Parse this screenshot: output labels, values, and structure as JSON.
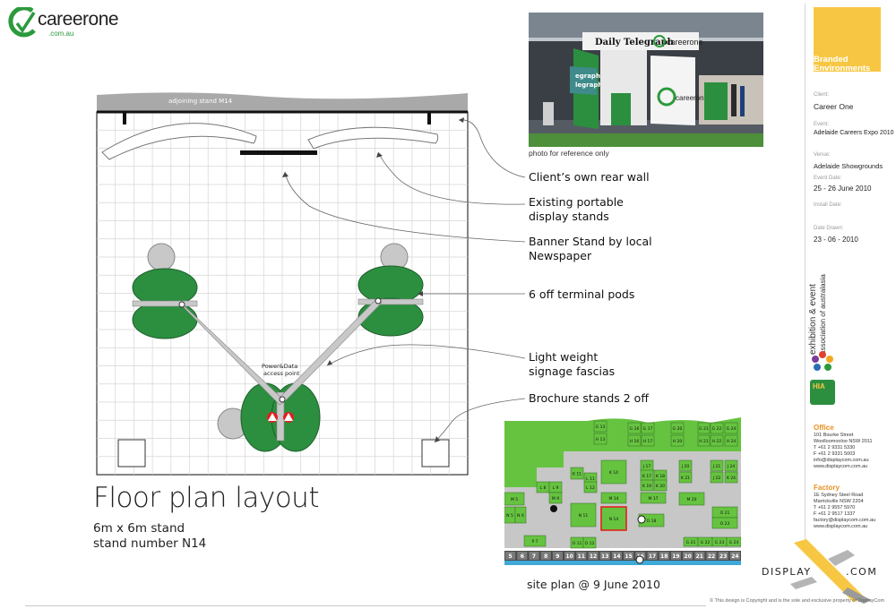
{
  "logo": {
    "wordmark": "careerone",
    "domain": ".com.au"
  },
  "floorplan": {
    "adjoining_label": "adjoining stand M14",
    "power_label_1": "Power&Data",
    "power_label_2": "access point"
  },
  "callouts": [
    {
      "line1": "Client’s own rear wall",
      "line2": ""
    },
    {
      "line1": "Existing portable",
      "line2": "display stands"
    },
    {
      "line1": "Banner Stand by local",
      "line2": "Newspaper"
    },
    {
      "line1": "6 off terminal pods",
      "line2": ""
    },
    {
      "line1": "Light weight",
      "line2": "signage fascias"
    },
    {
      "line1": "Brochure stands 2 off",
      "line2": ""
    }
  ],
  "title_block": {
    "title": "Floor plan layout",
    "size": "6m x 6m stand",
    "stand_number": "stand number N14"
  },
  "photo": {
    "caption": "photo for reference only",
    "sign_text": "Daily Telegraph",
    "brand_text": "careerone",
    "side_text_1": "egraph",
    "side_text_2": "legraph"
  },
  "siteplan": {
    "caption": "site plan @ 9 June 2010",
    "stands": [
      "G 13",
      "G 16",
      "G 17",
      "G 20",
      "G 21",
      "G 24",
      "H 13",
      "H 16",
      "H 17",
      "H 20",
      "H 21",
      "H 24",
      "G 22",
      "G 23",
      "H 22",
      "H 23",
      "J 17",
      "J 20",
      "J 21",
      "J 24",
      "K 17",
      "K 18",
      "K 19",
      "K 20",
      "J 22",
      "J 23",
      "K 21",
      "K 24",
      "K 22",
      "K 23",
      "K 11",
      "K 14",
      "L 11",
      "L 12",
      "M 14",
      "M 17",
      "M 18",
      "M 19",
      "M 20",
      "N 14",
      "N 11",
      "O 18",
      "L 8",
      "L 9",
      "M 9",
      "M 5",
      "N 5",
      "N 6",
      "O 21",
      "O 22",
      "O 23",
      "P 7",
      "O 11",
      "O 12",
      "G 21",
      "G 22",
      "G 23",
      "G 24"
    ],
    "numbers": [
      "5",
      "6",
      "7",
      "8",
      "9",
      "10",
      "11",
      "12",
      "13",
      "14",
      "15",
      "16",
      "17",
      "18",
      "19",
      "20",
      "21",
      "22",
      "23",
      "24"
    ]
  },
  "panel": {
    "brand_line1": "Branded",
    "brand_line2": "Environments",
    "client_label": "Client:",
    "client_value": "Career One",
    "event_label": "Event:",
    "event_value": "Adelaide Careers Expo 2010",
    "venue_label": "Venue:",
    "venue_value": "Adelaide Showgrounds",
    "event_date_label": "Event Date:",
    "event_date_value": "25 - 26 June 2010",
    "install_label": "Install Date:",
    "date_drawn_label": "Date Drawn:",
    "date_drawn_value": "23 - 06 - 2010",
    "eea_line1": "exhibition & event",
    "eea_line2": "association of australasia",
    "hia": "HIA",
    "office_title": "Office",
    "office_lines": [
      "101 Bourke Street",
      "Woolloomooloo NSW 2011",
      "T +61 2 9331 5330",
      "F +61 2 9331 5003",
      "info@displaycom.com.au",
      "www.displaycom.com.au"
    ],
    "factory_title": "Factory",
    "factory_lines": [
      "1E Sydney Steel Road",
      "Marrickville NSW 2204",
      "T +61 2 9557 5970",
      "F +61 2 9517 1337",
      "factory@displaycom.com.au",
      "www.displaycom.com.au"
    ],
    "display_logo": "DISPLAY",
    "display_logo_suffix": ".COM",
    "copyright": "This design is Copyright and is the sole and exclusive property of DisplayCom"
  },
  "colors": {
    "green": "#2b8f3f",
    "brand_yellow": "#f7c743",
    "orange": "#e89020",
    "pod_grey": "#c8c8c8"
  }
}
